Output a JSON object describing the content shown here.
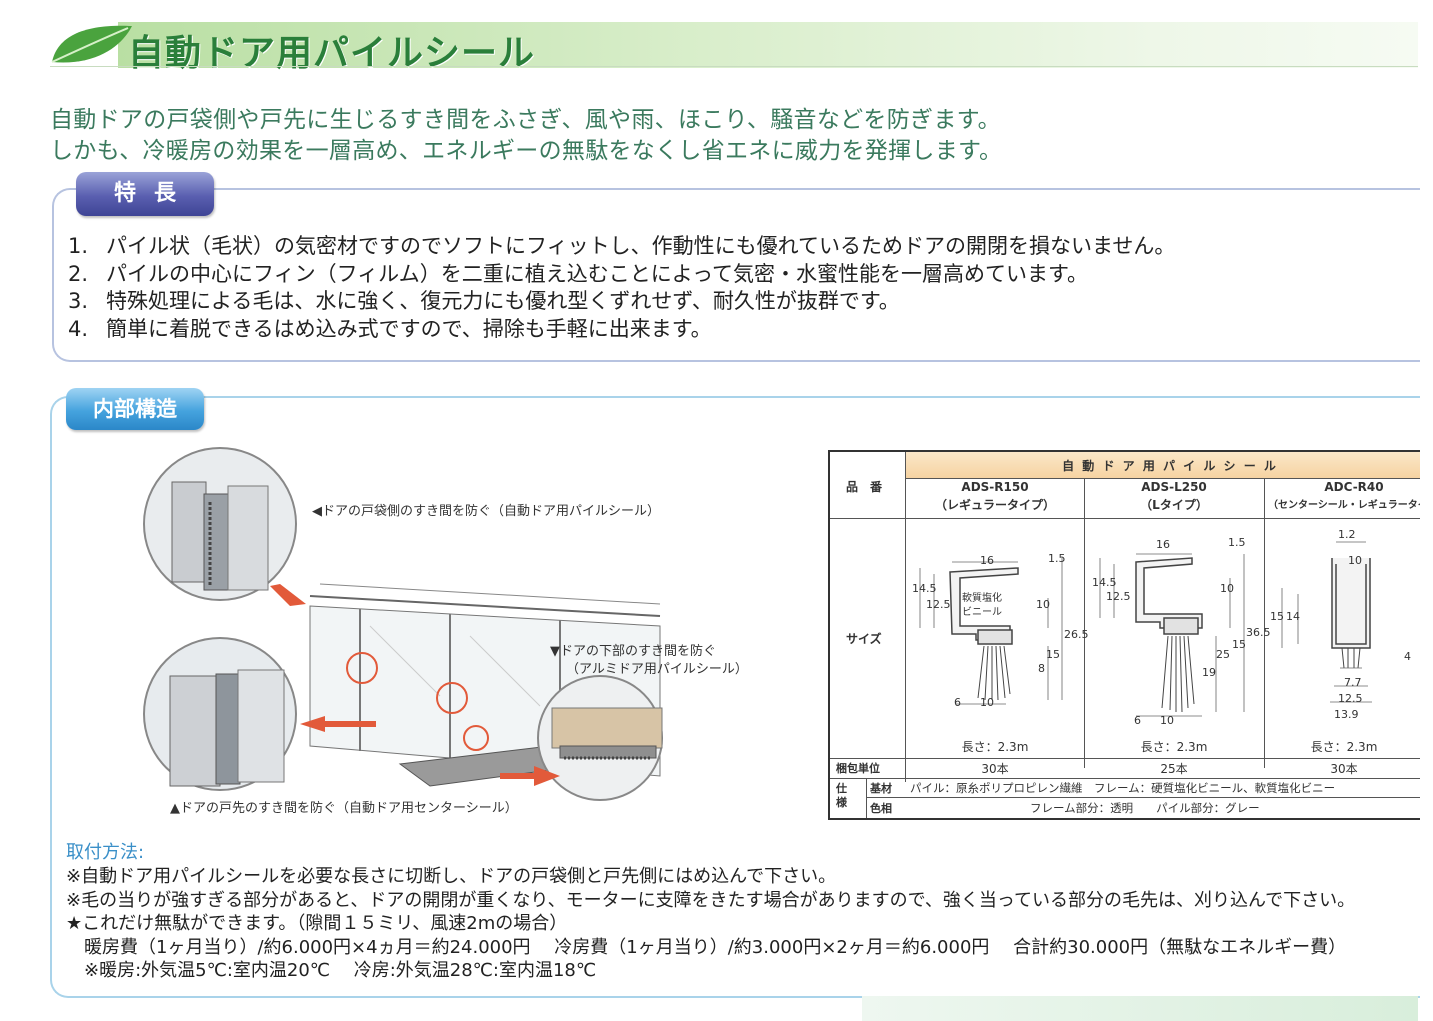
{
  "header": {
    "title": "自動ドア用パイルシール",
    "intro": [
      "自動ドアの戸袋側や戸先に生じるすき間をふさぎ、風や雨、ほこり、騒音などを防ぎます。",
      "しかも、冷暖房の効果を一層高め、エネルギーの無駄をなくし省エネに威力を発揮します。"
    ]
  },
  "features": {
    "tab_label": "特長",
    "items": [
      {
        "num": "1.",
        "text": "パイル状（毛状）の気密材ですのでソフトにフィットし、作動性にも優れているためドアの開閉を損ないません。"
      },
      {
        "num": "2.",
        "text": "パイルの中心にフィン（フィルム）を二重に植え込むことによって気密・水蜜性能を一層高めています。"
      },
      {
        "num": "3.",
        "text": "特殊処理による毛は、水に強く、復元力にも優れ型くずれせず、耐久性が抜群です。"
      },
      {
        "num": "4.",
        "text": "簡単に着脱できるはめ込み式ですので、掃除も手軽に出来ます。"
      }
    ]
  },
  "structure": {
    "tab_label": "内部構造",
    "captions": {
      "top": "◀ドアの戸袋側のすき間を防ぐ（自動ドア用パイルシール）",
      "bottom_right_1": "▼ドアの下部のすき間を防ぐ",
      "bottom_right_2": "（アルミドア用パイルシール）",
      "bottom_left": "▲ドアの戸先のすき間を防ぐ（自動ドア用センターシール）"
    }
  },
  "spec_table": {
    "title": "自 動 ド ア 用 パ イ ル シ ー ル",
    "row_labels": {
      "hinban": "品　番",
      "size": "サイズ",
      "pack": "梱包単位",
      "spec_side": "仕様",
      "base": "基材",
      "color": "色相"
    },
    "products": [
      {
        "code": "ADS-R150",
        "type": "（レギュラータイプ）",
        "length": "長さ：2.3m",
        "pack": "30本"
      },
      {
        "code": "ADS-L250",
        "type": "（Lタイプ）",
        "length": "長さ：2.3m",
        "pack": "25本"
      },
      {
        "code": "ADC-R40",
        "type": "（センターシール・レギュラータイ",
        "length": "長さ：2.3m",
        "pack": "30本"
      }
    ],
    "base_text": "パイル：原糸ポリプロピレン繊維　フレーム：硬質塩化ビニール、軟質塩化ビニー",
    "color_text": "フレーム部分：透明　　パイル部分：グレー",
    "dims": {
      "r150": {
        "w": "16",
        "a": "14.5",
        "b": "12.5",
        "c": "1.5",
        "d": "10",
        "e": "15",
        "f": "26.5",
        "g": "8",
        "h": "6",
        "i": "10",
        "note": "軟質塩化\nビニール"
      },
      "l250": {
        "w": "16",
        "a": "14.5",
        "b": "12.5",
        "c": "1.5",
        "d": "10",
        "e": "15",
        "f": "36.5",
        "g": "25",
        "h": "19",
        "i": "6",
        "j": "10"
      },
      "r40": {
        "a": "1.2",
        "b": "10",
        "c": "15",
        "d": "14",
        "e": "4",
        "f": "7.7",
        "g": "12.5",
        "h": "13.9"
      }
    }
  },
  "install": {
    "heading": "取付方法:",
    "lines": [
      "※自動ドア用パイルシールを必要な長さに切断し、ドアの戸袋側と戸先側にはめ込んで下さい。",
      "※毛の当りが強すぎる部分があると、ドアの開閉が重くなり、モーターに支障をきたす場合がありますので、強く当っている部分の毛先は、刈り込んで下さい。",
      "★これだけ無駄ができます。（隙間１５ミリ、風速2mの場合）",
      "　暖房費（1ヶ月当り）/約6.000円×4ヵ月＝約24.000円　 冷房費（1ヶ月当り）/約3.000円×2ヶ月＝約6.000円　 合計約30.000円（無駄なエネルギー費）",
      "　※暖房:外気温5℃:室内温20℃　 冷房:外気温28℃:室内温18℃"
    ]
  }
}
